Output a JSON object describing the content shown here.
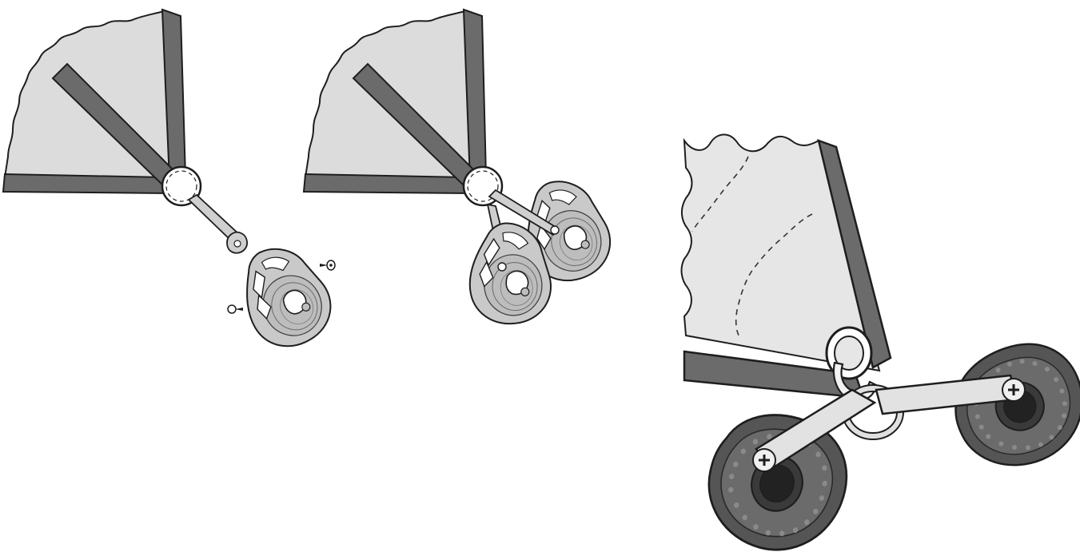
{
  "figure": {
    "panels": [
      {
        "id": "step-1-attach-strap-and-block"
      },
      {
        "id": "step-2-two-blocks-attached"
      },
      {
        "id": "step-3-detail-blocks-on-sail-ring"
      }
    ],
    "colors": {
      "sail_fill": "#dcdcdc",
      "sail_fill_light": "#e6e6e6",
      "tape_dark": "#6b6b6b",
      "outline": "#1e1e1e",
      "block_light": "#c9c9c9",
      "block_dark": "#555555",
      "ring_fill": "#ffffff"
    },
    "icons": [
      "sail-corner-icon",
      "ring-icon",
      "pulley-block-icon",
      "screw-icon",
      "shackle-strap-icon"
    ]
  }
}
